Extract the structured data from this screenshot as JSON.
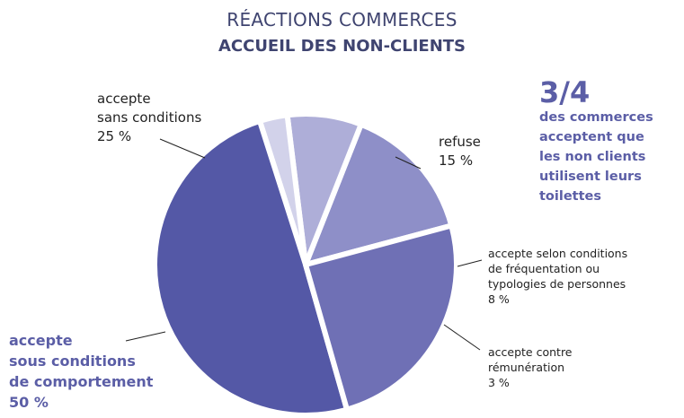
{
  "chart_data": {
    "type": "pie",
    "title": "RÉACTIONS COMMERCES",
    "subtitle": "ACCUEIL DES NON-CLIENTS",
    "slices": [
      {
        "label_lines": [
          "refuse",
          "15 %"
        ],
        "value": 15,
        "color": "#8e8fc8"
      },
      {
        "label_lines": [
          "accepte selon conditions",
          "de fréquentation ou",
          "typologies de personnes",
          "8 %"
        ],
        "value": 8,
        "color": "#aeaed8"
      },
      {
        "label_lines": [
          "accepte contre",
          "rémunération",
          "3 %"
        ],
        "value": 3,
        "color": "#d2d2ea"
      },
      {
        "label_lines": [
          "accepte",
          "sous conditions",
          "de comportement",
          "50 %"
        ],
        "value": 50,
        "color": "#5458a6"
      },
      {
        "label_lines": [
          "accepte",
          "sans conditions",
          "25 %"
        ],
        "value": 25,
        "color": "#6f70b5"
      }
    ]
  },
  "callout": {
    "big": "3/4",
    "text_lines": [
      "des commerces",
      "acceptent que",
      "les non clients",
      "utilisent leurs",
      "toilettes"
    ]
  }
}
